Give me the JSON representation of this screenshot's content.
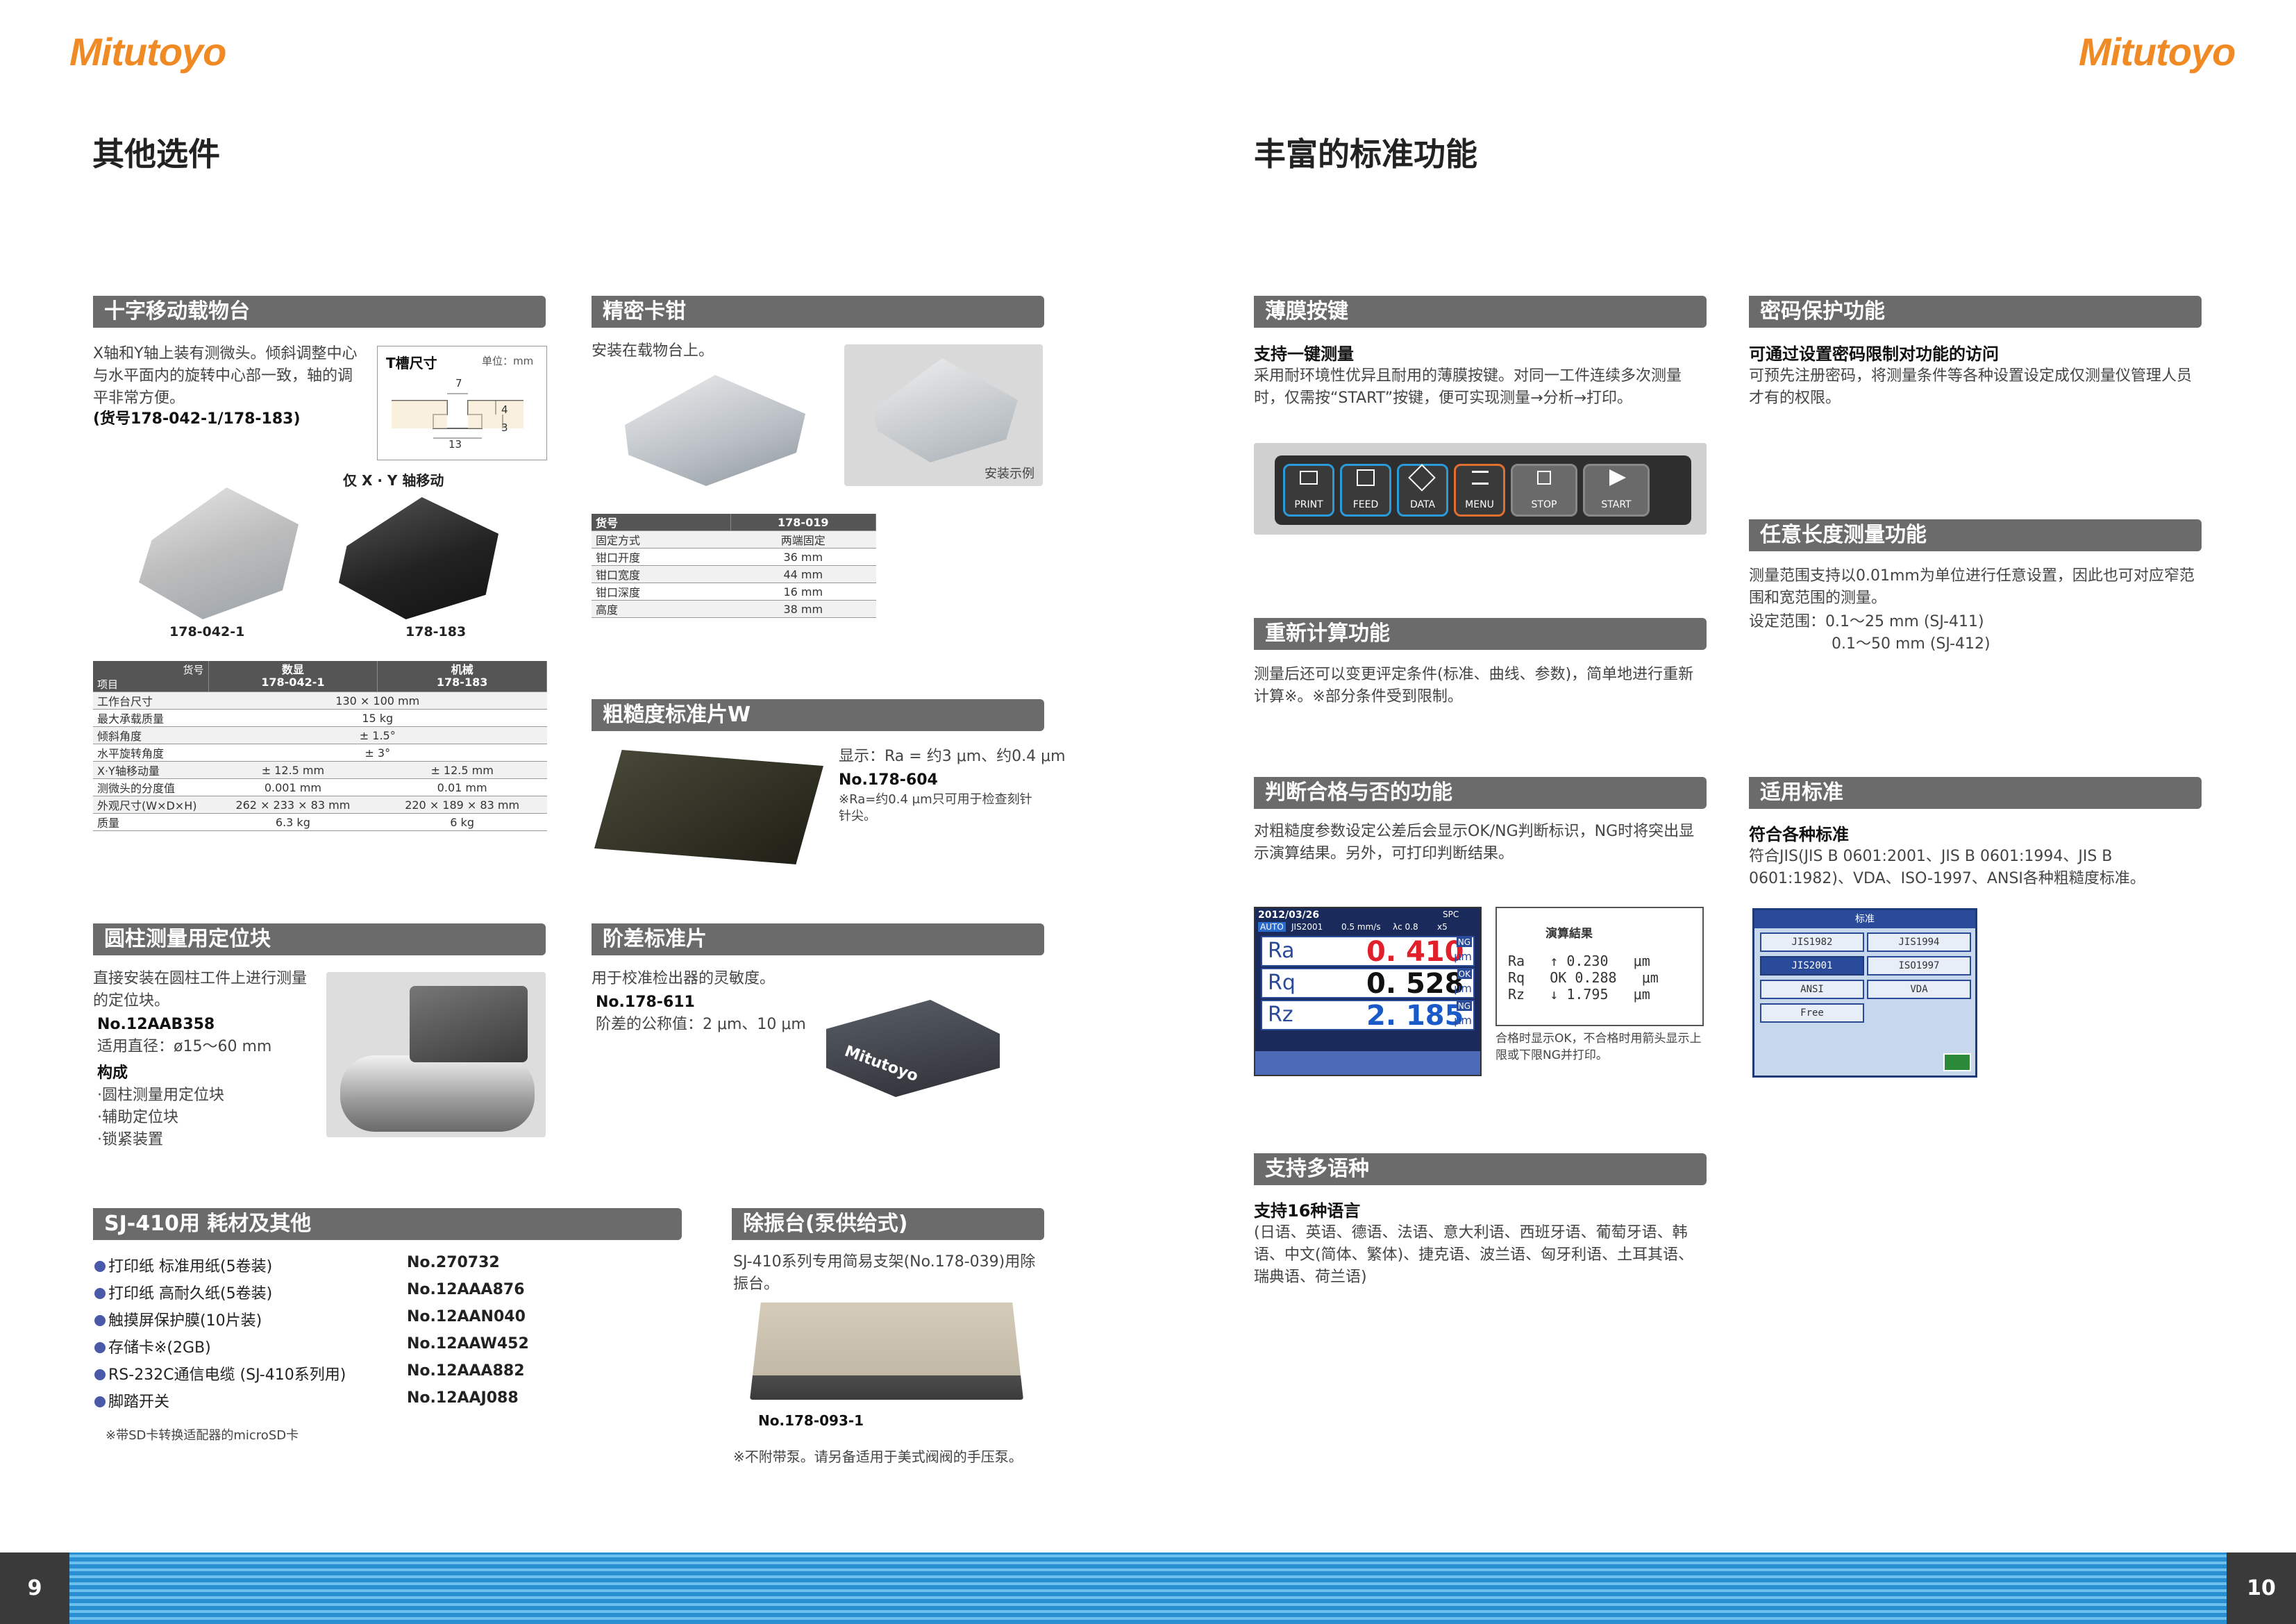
{
  "header": {
    "logo_left": "Mitutoyo",
    "logo_right": "Mitutoyo",
    "title_left": "其他选件",
    "title_right": "丰富的标准功能"
  },
  "stage": {
    "bar": "十字移动载物台",
    "desc": "X轴和Y轴上装有测微头。倾斜调整中心与水平面内的旋转中心部一致，轴的调平非常方便。",
    "order": "(货号178-042-1/178-183)",
    "tslot_title": "T槽尺寸",
    "tslot_unit": "单位：mm",
    "tslot_d1": "7",
    "tslot_d2": "4",
    "tslot_d3": "3",
    "tslot_d4": "13",
    "xy_label": "仅 X · Y 轴移动",
    "cap1": "178-042-1",
    "cap2": "178-183",
    "table_head": [
      "货号",
      "数显\n178-042-1",
      "机械\n178-183"
    ],
    "table_item_label": "项目",
    "rows": [
      [
        "工作台尺寸",
        "130 × 100 mm",
        ""
      ],
      [
        "最大承载质量",
        "15 kg",
        ""
      ],
      [
        "倾斜角度",
        "± 1.5°",
        ""
      ],
      [
        "水平旋转角度",
        "± 3°",
        ""
      ],
      [
        "X·Y轴移动量",
        "± 12.5 mm",
        "± 12.5 mm"
      ],
      [
        "测微头的分度值",
        "0.001 mm",
        "0.01 mm"
      ],
      [
        "外观尺寸(W×D×H)",
        "262 × 233 × 83 mm",
        "220 × 189 × 83 mm"
      ],
      [
        "质量",
        "6.3 kg",
        "6 kg"
      ]
    ]
  },
  "vise": {
    "bar": "精密卡钳",
    "desc": "安装在载物台上。",
    "example": "安装示例",
    "head": [
      "货号",
      "178-019"
    ],
    "rows": [
      [
        "固定方式",
        "两端固定"
      ],
      [
        "钳口开度",
        "36 mm"
      ],
      [
        "钳口宽度",
        "44 mm"
      ],
      [
        "钳口深度",
        "16 mm"
      ],
      [
        "高度",
        "38 mm"
      ]
    ]
  },
  "rough": {
    "bar": "粗糙度标准片W",
    "line1": "显示：Ra = 约3 μm、约0.4 μm",
    "line2": "No.178-604",
    "line3": "※Ra=约0.4 μm只可用于检查刻针针尖。"
  },
  "cyl": {
    "bar": "圆柱测量用定位块",
    "desc": "直接安装在圆柱工件上进行测量的定位块。",
    "no": "No.12AAB358",
    "dia": "适用直径：ø15～60 mm",
    "comp": "构成",
    "items": [
      "·圆柱测量用定位块",
      "·辅助定位块",
      "·锁紧装置"
    ]
  },
  "step": {
    "bar": "阶差标准片",
    "desc": "用于校准检出器的灵敏度。",
    "no": "No.178-611",
    "val": "阶差的公称值：2 μm、10 μm",
    "brand": "Mitutoyo"
  },
  "consum": {
    "bar": "SJ-410用  耗材及其他",
    "items": [
      [
        "打印纸 标准用纸(5卷装)",
        "No.270732"
      ],
      [
        "打印纸 高耐久纸(5卷装)",
        "No.12AAA876"
      ],
      [
        "触摸屏保护膜(10片装)",
        "No.12AAN040"
      ],
      [
        "存储卡※(2GB)",
        "No.12AAW452"
      ],
      [
        "RS-232C通信电缆 (SJ-410系列用)",
        "No.12AAA882"
      ],
      [
        "脚踏开关",
        "No.12AAJ088"
      ]
    ],
    "note": "※带SD卡转换适配器的microSD卡"
  },
  "vib": {
    "bar": "除振台(泵供给式)",
    "desc": "SJ-410系列专用简易支架(No.178-039)用除振台。",
    "no": "No.178-093-1",
    "note": "※不附带泵。请另备适用于美式阀阀的手压泵。"
  },
  "membrane": {
    "bar": "薄膜按键",
    "sub": "支持一键测量",
    "desc": "采用耐环境性优异且耐用的薄膜按键。对同一工件连续多次测量时，仅需按“START”按键，便可实现测量→分析→打印。",
    "keys": [
      "PRINT",
      "FEED",
      "DATA",
      "MENU",
      "STOP",
      "START"
    ]
  },
  "recalc": {
    "bar": "重新计算功能",
    "desc": "测量后还可以变更评定条件(标准、曲线、参数)，简单地进行重新计算※。※部分条件受到限制。"
  },
  "judge": {
    "bar": "判断合格与否的功能",
    "desc": "对粗糙度参数设定公差后会显示OK/NG判断标识，NG时将突出显示演算结果。另外，可打印判断结果。",
    "screen_date": "2012/03/26",
    "screen_std": "JIS2001",
    "screen_speed": "0.5 mm/s",
    "screen_lc": "λc 0.8",
    "screen_x": "x5",
    "screen_auto": "AUTO",
    "screen_spc": "SPC",
    "params": [
      [
        "Ra",
        "0. 410",
        "NG"
      ],
      [
        "Rq",
        "0. 528",
        "OK"
      ],
      [
        "Rz",
        "2. 185",
        "NG"
      ]
    ],
    "unit": "μm",
    "print_title": "演算結果",
    "print_rows": [
      [
        "Ra",
        "↑",
        "0.230"
      ],
      [
        "Rq",
        "OK",
        "0.288"
      ],
      [
        "Rz",
        "↓",
        "1.795"
      ]
    ],
    "caption": "合格时显示OK，不合格时用箭头显示上限或下限NG并打印。"
  },
  "lang": {
    "bar": "支持多语种",
    "sub": "支持16种语言",
    "desc": "(日语、英语、德语、法语、意大利语、西班牙语、葡萄牙语、韩语、中文(简体、繁体)、捷克语、波兰语、匈牙利语、土耳其语、瑞典语、荷兰语)"
  },
  "pwd": {
    "bar": "密码保护功能",
    "sub": "可通过设置密码限制对功能的访问",
    "desc": "可预先注册密码，将测量条件等各种设置设定成仅测量仪管理人员才有的权限。"
  },
  "len": {
    "bar": "任意长度测量功能",
    "desc": "测量范围支持以0.01mm为单位进行任意设置，因此也可对应窄范围和宽范围的测量。",
    "r1": "设定范围：0.1～25 mm (SJ-411)",
    "r2": "0.1～50 mm (SJ-412)"
  },
  "std": {
    "bar": "适用标准",
    "sub": "符合各种标准",
    "desc": "符合JIS(JIS B 0601:2001、JIS B 0601:1994、JIS B 0601:1982)、VDA、ISO-1997、ANSI各种粗糙度标准。",
    "screen_title": "标准",
    "buttons": [
      "JIS1982",
      "JIS1994",
      "JIS2001",
      "ISO1997",
      "ANSI",
      "VDA",
      "Free"
    ]
  },
  "footer": {
    "left": "9",
    "right": "10"
  }
}
